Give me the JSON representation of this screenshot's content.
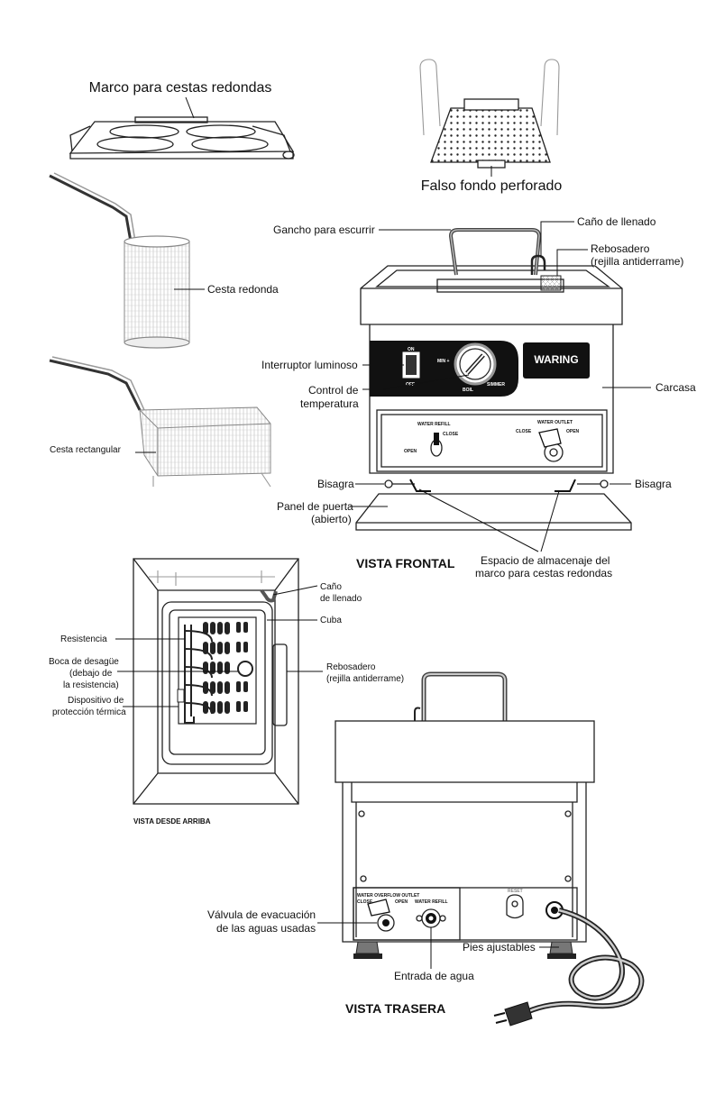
{
  "labels": {
    "marco_cestas": "Marco para cestas redondas",
    "falso_fondo": "Falso fondo perforado",
    "cesta_redonda": "Cesta redonda",
    "cesta_rectangular": "Cesta rectangular",
    "gancho": "Gancho para escurrir",
    "cano_llenado": "Caño de llenado",
    "rebosadero_1": "Rebosadero",
    "rebosadero_2": "(rejilla antiderrame)",
    "interruptor": "Interruptor luminoso",
    "control_1": "Control de",
    "control_2": "temperatura",
    "carcasa": "Carcasa",
    "bisagra_izq": "Bisagra",
    "bisagra_der": "Bisagra",
    "panel_1": "Panel de puerta",
    "panel_2": "(abierto)",
    "espacio_1": "Espacio de almacenaje del",
    "espacio_2": "marco para cestas redondas",
    "vista_frontal": "VISTA FRONTAL",
    "top_cano_1": "Caño",
    "top_cano_2": "de llenado",
    "cuba": "Cuba",
    "resistencia": "Resistencia",
    "boca_1": "Boca de desagüe",
    "boca_2": "(debajo de",
    "boca_3": "la resistencia)",
    "rebosadero_top_1": "Rebosadero",
    "rebosadero_top_2": "(rejilla antiderrame)",
    "dispositivo_1": "Dispositivo de",
    "dispositivo_2": "protección térmica",
    "vista_arriba": "VISTA DESDE ARRIBA",
    "valvula_1": "Válvula de evacuación",
    "valvula_2": "de las aguas usadas",
    "pies": "Pies ajustables",
    "entrada": "Entrada de agua",
    "vista_trasera": "VISTA TRASERA"
  },
  "panel_text": {
    "on": "ON",
    "off": "OFF",
    "min": "MIN +",
    "boil": "BOIL",
    "simmer": "SIMMER",
    "brand": "WARING",
    "water_refill": "WATER REFILL",
    "close": "CLOSE",
    "open": "OPEN",
    "water_outlet": "WATER OUTLET",
    "close2": "CLOSE",
    "open2": "OPEN",
    "rear_overflow": "WATER OVERFLOW OUTLET",
    "rear_close": "CLOSE",
    "rear_open": "OPEN",
    "rear_refill": "WATER REFILL",
    "reset": "RESET"
  },
  "colors": {
    "panel": "#111111",
    "line": "#111111",
    "basket": "#999999"
  }
}
